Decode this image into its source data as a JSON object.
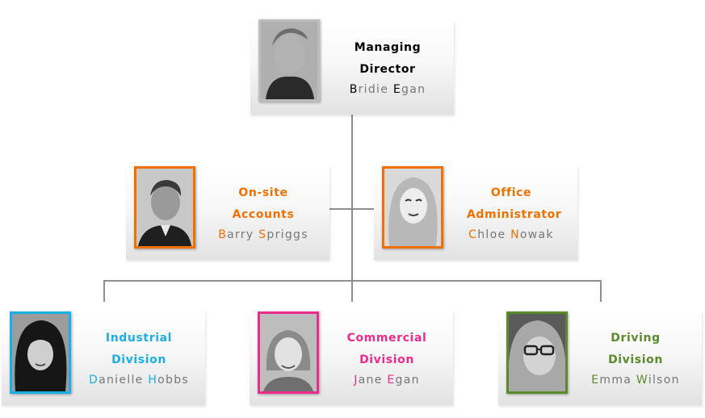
{
  "managing_director": {
    "role": "Managing Director",
    "name_parts": [
      {
        "initial": "B",
        "rest": "ridie "
      },
      {
        "initial": "E",
        "rest": "gan"
      }
    ],
    "color": "#000000"
  },
  "onsite_accounts": {
    "role": "On-site Accounts",
    "name_parts": [
      {
        "initial": "B",
        "rest": "arry "
      },
      {
        "initial": "S",
        "rest": "priggs"
      }
    ],
    "color": "#f07000"
  },
  "office_administrator": {
    "role": "Office Administrator",
    "name_parts": [
      {
        "initial": "C",
        "rest": "hloe "
      },
      {
        "initial": "N",
        "rest": "owak"
      }
    ],
    "color": "#f07000"
  },
  "industrial_division": {
    "role": "Industrial Division",
    "name_parts": [
      {
        "initial": "D",
        "rest": "anielle "
      },
      {
        "initial": "H",
        "rest": "obbs"
      }
    ],
    "color": "#1ab0e6"
  },
  "commercial_division": {
    "role": "Commercial Division",
    "name_parts": [
      {
        "initial": "J",
        "rest": "ane "
      },
      {
        "initial": "E",
        "rest": "gan"
      }
    ],
    "color": "#ec2c8c"
  },
  "driving_division": {
    "role": "Driving Division",
    "name_parts": [
      {
        "initial": "E",
        "rest": "mma "
      },
      {
        "initial": "W",
        "rest": "ilson"
      }
    ],
    "color": "#5a8a2c"
  }
}
